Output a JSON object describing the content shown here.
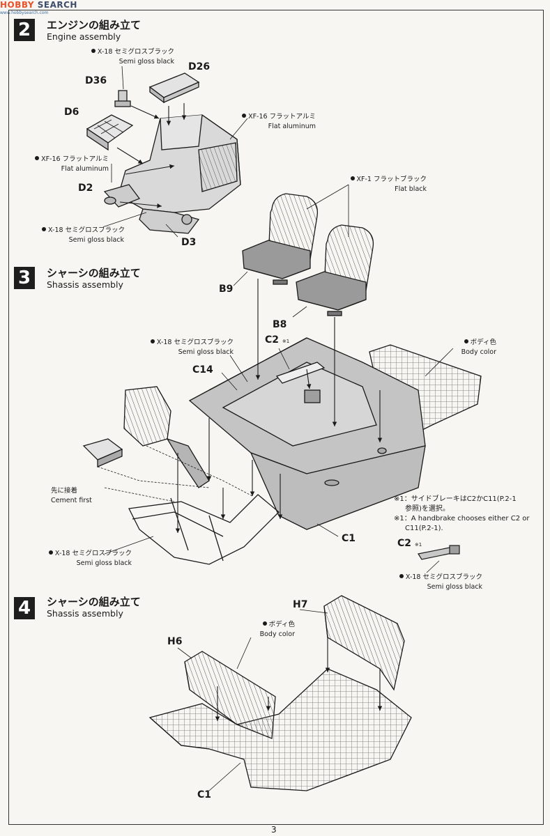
{
  "watermark": {
    "logo_left": "HOBBY",
    "logo_right": " SEARCH",
    "sub": "www.hobbysearch.com"
  },
  "steps": [
    {
      "number": "2",
      "title_jp": "エンジンの組み立て",
      "title_en": "Engine assembly"
    },
    {
      "number": "3",
      "title_jp": "シャーシの組み立て",
      "title_en": "Shassis assembly"
    },
    {
      "number": "4",
      "title_jp": "シャーシの組み立て",
      "title_en": "Shassis assembly"
    }
  ],
  "parts": {
    "d26": "D26",
    "d36": "D36",
    "d6": "D6",
    "d2": "D2",
    "d3": "D3",
    "b9": "B9",
    "b8": "B8",
    "c2": "C2",
    "c2_mark": "※1",
    "c14": "C14",
    "c1": "C1",
    "c2b": "C2",
    "c2b_mark": "※1",
    "h7": "H7",
    "h6": "H6",
    "c1b": "C1"
  },
  "notes": {
    "n1_jp": "X-18 セミグロスブラック",
    "n1_en": "Semi gloss black",
    "n2_jp": "XF-16 フラットアルミ",
    "n2_en": "Flat aluminum",
    "n3_jp": "XF-16 フラットアルミ",
    "n3_en": "Flat aluminum",
    "n4_jp": "X-18 セミグロスブラック",
    "n4_en": "Semi gloss black",
    "n5_jp": "XF-1 フラットブラック",
    "n5_en": "Flat black",
    "n6_jp": "X-18 セミグロスブラック",
    "n6_en": "Semi gloss black",
    "n7_jp": "ボディ色",
    "n7_en": "Body color",
    "n8_jp": "先に接着",
    "n8_en": "Cement first",
    "n9_jp": "X-18 セミグロスブラック",
    "n9_en": "Semi gloss black",
    "n10_jp": "X-18 セミグロスブラック",
    "n10_en": "Semi gloss black",
    "n11_jp": "ボディ色",
    "n11_en": "Body color"
  },
  "footnote": {
    "jp_line1": "※1：サイドブレーキはC2かC11(P.2-1",
    "jp_line2": "参照)を選択。",
    "en_line1": "※1：A handbrake chooses either C2 or",
    "en_line2": "C11(P.2-1)."
  },
  "page_number": "3"
}
